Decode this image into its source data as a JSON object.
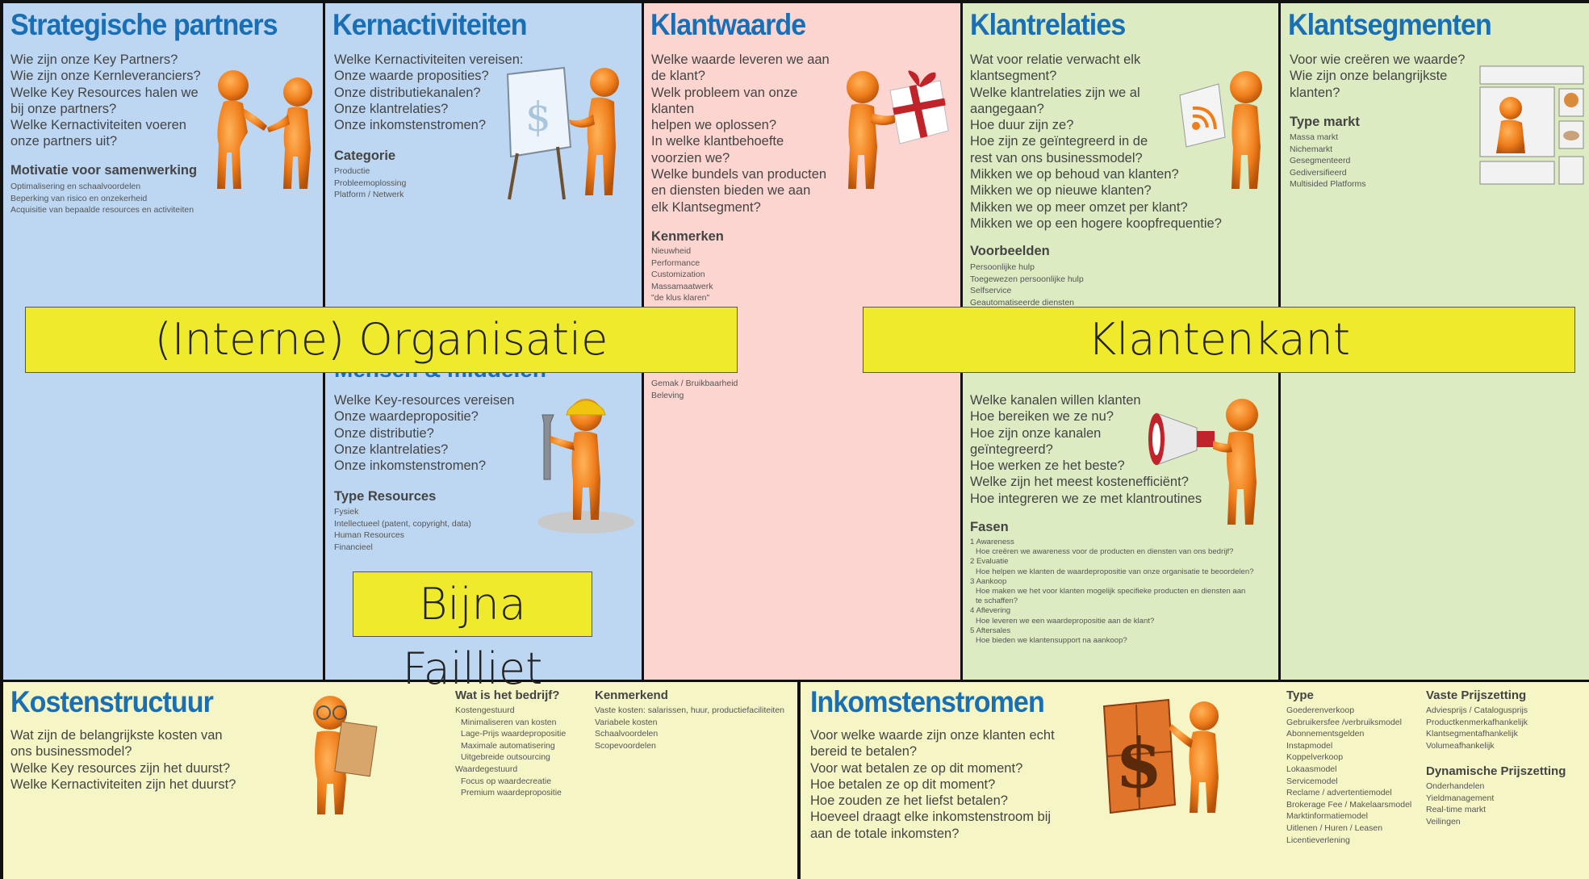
{
  "key_partners": {
    "title": "Strategische partners",
    "questions": [
      "Wie zijn onze Key Partners?",
      "Wie zijn onze Kernleveranciers?",
      "Welke Key Resources halen we",
      "bij onze partners?",
      "Welke Kernactiviteiten voeren",
      "onze partners uit?"
    ],
    "heading": "Motivatie voor samenwerking",
    "items": [
      "Optimalisering en schaalvoordelen",
      "Beperking van risico en onzekerheid",
      "Acquisitie van bepaalde resources en activiteiten"
    ]
  },
  "key_activities": {
    "title": "Kernactiviteiten",
    "questions": [
      "Welke Kernactiviteiten vereisen:",
      "Onze waarde proposities?",
      "Onze distributiekanalen?",
      "Onze klantrelaties?",
      "Onze inkomstenstromen?"
    ],
    "heading": "Categorie",
    "items": [
      "Productie",
      "Probleemoplossing",
      "Platform / Netwerk"
    ]
  },
  "key_resources": {
    "title_partial": "Mensen & middelen",
    "questions": [
      "Welke Key-resources vereisen",
      "Onze waardepropositie?",
      "Onze distributie?",
      "Onze klantrelaties?",
      "Onze inkomstenstromen?"
    ],
    "heading": "Type Resources",
    "items": [
      "Fysiek",
      "Intellectueel (patent, copyright, data)",
      "Human Resources",
      "Financieel"
    ]
  },
  "value_proposition": {
    "title": "Klantwaarde",
    "questions": [
      "Welke waarde leveren we aan",
      "de klant?",
      "Welk probleem van onze",
      "klanten",
      "helpen we oplossen?",
      "In welke klantbehoefte",
      "voorzien we?",
      "Welke bundels van producten",
      "en diensten bieden we aan",
      "elk Klantsegment?"
    ],
    "heading": "Kenmerken",
    "items": [
      "Nieuwheid",
      "Performance",
      "Customization",
      "Massamaatwerk",
      "\"de klus klaren\""
    ],
    "items_lower": [
      "Gemak / Bruikbaarheid",
      "Beleving"
    ]
  },
  "customer_relationships": {
    "title": "Klantrelaties",
    "questions": [
      "Wat voor relatie verwacht elk",
      "klantsegment?",
      "Welke klantrelaties zijn we al",
      "aangegaan?",
      "Hoe duur zijn ze?",
      "Hoe zijn ze geïntegreerd in de",
      "rest van ons businessmodel?",
      "Mikken we op behoud van klanten?",
      "Mikken we op nieuwe klanten?",
      "Mikken we op meer omzet per klant?",
      "Mikken we op een hogere koopfrequentie?"
    ],
    "heading": "Voorbeelden",
    "items": [
      "Persoonlijke hulp",
      "Toegewezen persoonlijke hulp",
      "Selfservice",
      "Geautomatiseerde diensten"
    ]
  },
  "channels": {
    "questions": [
      "Welke kanalen willen klanten",
      "Hoe bereiken we ze nu?",
      "Hoe zijn onze kanalen",
      "geïntegreerd?",
      "Hoe werken ze het beste?",
      "Welke zijn het meest kostenefficiënt?",
      "Hoe integreren we ze met klantroutines"
    ],
    "heading": "Fasen",
    "phases": [
      {
        "label": "1 Awareness",
        "text": "Hoe creëren we awareness voor de producten en diensten van ons bedrijf?"
      },
      {
        "label": "2 Evaluatie",
        "text": "Hoe helpen we klanten de waardepropositie van onze organisatie te beoordelen?"
      },
      {
        "label": "3 Aankoop",
        "text": "Hoe maken we het voor klanten mogelijk specifieke producten en diensten aan",
        "text2": "te schaffen?"
      },
      {
        "label": "4 Aflevering",
        "text": "Hoe leveren we een waardepropositie aan de klant?"
      },
      {
        "label": "5 Aftersales",
        "text": "Hoe bieden we klantensupport na aankoop?"
      }
    ]
  },
  "customer_segments": {
    "title": "Klantsegmenten",
    "questions": [
      "Voor wie creëren we waarde?",
      "Wie zijn onze belangrijkste",
      "klanten?"
    ],
    "heading": "Type markt",
    "items": [
      "Massa markt",
      "Nichemarkt",
      "Gesegmenteerd",
      "Gediversifieerd",
      "Multisided Platforms"
    ]
  },
  "cost_structure": {
    "title": "Kostenstructuur",
    "questions": [
      "Wat zijn de belangrijkste kosten van",
      "ons businessmodel?",
      "Welke Key resources zijn het duurst?",
      "Welke Kernactiviteiten zijn het duurst?"
    ],
    "col1_heading": "Wat is het bedrijf?",
    "col1_items": [
      {
        "t": "Kostengestuurd",
        "i": false
      },
      {
        "t": "Minimaliseren van kosten",
        "i": true
      },
      {
        "t": "Lage-Prijs waardepropositie",
        "i": true
      },
      {
        "t": "Maximale automatisering",
        "i": true
      },
      {
        "t": "Uitgebreide outsourcing",
        "i": true
      },
      {
        "t": "Waardegestuurd",
        "i": false
      },
      {
        "t": "Focus op waardecreatie",
        "i": true
      },
      {
        "t": "Premium waardepropositie",
        "i": true
      }
    ],
    "col2_heading": "Kenmerkend",
    "col2_items": [
      "Vaste kosten: salarissen, huur, productiefaciliteiten",
      "Variabele kosten",
      "Schaalvoordelen",
      "Scopevoordelen"
    ]
  },
  "revenue_streams": {
    "title": "Inkomstenstromen",
    "questions": [
      "Voor welke waarde zijn onze klanten echt",
      "bereid te betalen?",
      "Voor wat betalen ze op dit moment?",
      "Hoe betalen ze op dit moment?",
      "Hoe zouden ze het liefst betalen?",
      "Hoeveel draagt elke inkomstenstroom bij",
      "aan de totale inkomsten?"
    ],
    "type_heading": "Type",
    "type_items": [
      "Goederenverkoop",
      "Gebruikersfee /verbruiksmodel",
      "Abonnementsgelden",
      "Instapmodel",
      "Koppelverkoop",
      "Lokaasmodel",
      "Servicemodel",
      "Reclame / advertentiemodel",
      "Brokerage Fee / Makelaarsmodel",
      "Marktinformatiemodel",
      "Uitlenen / Huren / Leasen",
      "Licentieverlening"
    ],
    "fixed_heading": "Vaste Prijszetting",
    "fixed_items": [
      "Adviesprijs / Catalogusprijs",
      "Productkenmerkafhankelijk",
      "Klantsegmentafhankelijk",
      "Volumeafhankelijk"
    ],
    "dynamic_heading": "Dynamische Prijszetting",
    "dynamic_items": [
      "Onderhandelen",
      "Yieldmanagement",
      "Real-time markt",
      "Veilingen"
    ]
  },
  "banners": {
    "left": "(Interne) Organisatie",
    "right": "Klantenkant",
    "bottom": "Bijna Failliet"
  },
  "colors": {
    "title_blue": "#1a6fb4",
    "figure_orange": "#ef7d1a",
    "banner_yellow": "#f0ea2c",
    "bg_blue": "#bdd7f2",
    "bg_pink": "#fcd4d0",
    "bg_green": "#dcebc2",
    "bg_yellow": "#f6f5c6"
  }
}
